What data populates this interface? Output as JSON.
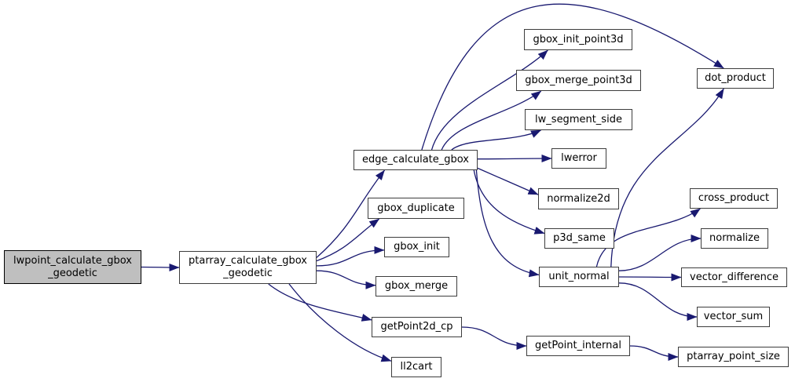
{
  "diagram": {
    "kind": "call-graph",
    "arrow_color": "#191970",
    "node_fill": "#ffffff",
    "node_border_color": "#3d3d3d",
    "highlight_fill": "#bfbfbf",
    "highlighted_node": "lwpoint_calculate_gbox_geodetic"
  },
  "nodes": {
    "lwpoint_calculate_gbox_geodetic": {
      "label": "lwpoint_calculate_gbox\n_geodetic",
      "highlighted": true
    },
    "ptarray_calculate_gbox_geodetic": {
      "label": "ptarray_calculate_gbox\n_geodetic"
    },
    "edge_calculate_gbox": {
      "label": "edge_calculate_gbox"
    },
    "gbox_duplicate": {
      "label": "gbox_duplicate"
    },
    "gbox_init": {
      "label": "gbox_init"
    },
    "gbox_merge": {
      "label": "gbox_merge"
    },
    "getPoint2d_cp": {
      "label": "getPoint2d_cp"
    },
    "ll2cart": {
      "label": "ll2cart"
    },
    "gbox_init_point3d": {
      "label": "gbox_init_point3d"
    },
    "gbox_merge_point3d": {
      "label": "gbox_merge_point3d"
    },
    "lw_segment_side": {
      "label": "lw_segment_side"
    },
    "lwerror": {
      "label": "lwerror"
    },
    "normalize2d": {
      "label": "normalize2d"
    },
    "p3d_same": {
      "label": "p3d_same"
    },
    "unit_normal": {
      "label": "unit_normal"
    },
    "dot_product": {
      "label": "dot_product"
    },
    "cross_product": {
      "label": "cross_product"
    },
    "normalize": {
      "label": "normalize"
    },
    "vector_difference": {
      "label": "vector_difference"
    },
    "vector_sum": {
      "label": "vector_sum"
    },
    "getPoint_internal": {
      "label": "getPoint_internal"
    },
    "ptarray_point_size": {
      "label": "ptarray_point_size"
    }
  },
  "edges": [
    {
      "from": "lwpoint_calculate_gbox_geodetic",
      "to": "ptarray_calculate_gbox_geodetic"
    },
    {
      "from": "ptarray_calculate_gbox_geodetic",
      "to": "edge_calculate_gbox",
      "fromPos": 0.2,
      "toSide": "bottom",
      "toPos": 0.25,
      "c1": [
        45,
        -40
      ],
      "c2": [
        -35,
        45
      ]
    },
    {
      "from": "ptarray_calculate_gbox_geodetic",
      "to": "gbox_duplicate",
      "fromPos": 0.3,
      "toSide": "bottom",
      "toPos": 0.12,
      "c1": [
        40,
        -15
      ],
      "c2": [
        -30,
        22
      ]
    },
    {
      "from": "ptarray_calculate_gbox_geodetic",
      "to": "gbox_init",
      "fromPos": 0.45,
      "toPos": 0.65
    },
    {
      "from": "ptarray_calculate_gbox_geodetic",
      "to": "gbox_merge",
      "fromPos": 0.6,
      "toPos": 0.45
    },
    {
      "from": "ptarray_calculate_gbox_geodetic",
      "to": "getPoint2d_cp",
      "fromSide": "bottom",
      "fromPos": 0.65,
      "toPos": 0.15,
      "c1": [
        35,
        28
      ],
      "c2": [
        -40,
        -10
      ]
    },
    {
      "from": "ptarray_calculate_gbox_geodetic",
      "to": "ll2cart",
      "fromSide": "bottom",
      "fromPos": 0.8,
      "toPos": 0.2,
      "c1": [
        35,
        45
      ],
      "c2": [
        -45,
        -14
      ]
    },
    {
      "from": "edge_calculate_gbox",
      "to": "dot_product",
      "fromSide": "top",
      "fromPos": 0.55,
      "toSide": "top",
      "toPos": 0.35,
      "c1": [
        70,
        -230
      ],
      "c2": [
        -190,
        -120
      ]
    },
    {
      "from": "edge_calculate_gbox",
      "to": "gbox_init_point3d",
      "fromSide": "top",
      "fromPos": 0.63,
      "toSide": "bottom",
      "toPos": 0.22,
      "c1": [
        15,
        -55
      ],
      "c2": [
        -45,
        42
      ]
    },
    {
      "from": "edge_calculate_gbox",
      "to": "gbox_merge_point3d",
      "fromSide": "top",
      "fromPos": 0.71,
      "toSide": "bottom",
      "toPos": 0.2,
      "c1": [
        15,
        -35
      ],
      "c2": [
        -40,
        30
      ]
    },
    {
      "from": "edge_calculate_gbox",
      "to": "lw_segment_side",
      "fromSide": "top",
      "fromPos": 0.79,
      "toSide": "bottom",
      "toPos": 0.15,
      "c1": [
        20,
        -16
      ],
      "c2": [
        -35,
        16
      ]
    },
    {
      "from": "edge_calculate_gbox",
      "to": "lwerror",
      "fromPos": 0.45,
      "toPos": 0.5
    },
    {
      "from": "edge_calculate_gbox",
      "to": "normalize2d",
      "fromPos": 0.9,
      "toPos": 0.3,
      "c1": [
        28,
        12
      ],
      "c2": [
        -28,
        -12
      ]
    },
    {
      "from": "edge_calculate_gbox",
      "to": "p3d_same",
      "fromSide": "bottom",
      "fromPos": 0.97,
      "toPos": 0.25,
      "c1": [
        8,
        42
      ],
      "c2": [
        -52,
        -16
      ]
    },
    {
      "from": "edge_calculate_gbox",
      "to": "unit_normal",
      "fromSide": "bottom",
      "fromPos": 0.99,
      "toPos": 0.4,
      "c1": [
        6,
        75
      ],
      "c2": [
        -58,
        -10
      ]
    },
    {
      "from": "unit_normal",
      "to": "dot_product",
      "fromSide": "top",
      "fromPos": 0.9,
      "toSide": "bottom",
      "toPos": 0.35,
      "c1": [
        5,
        -140
      ],
      "c2": [
        -45,
        75
      ]
    },
    {
      "from": "unit_normal",
      "to": "cross_product",
      "fromSide": "top",
      "fromPos": 0.72,
      "toSide": "bottom",
      "toPos": 0.12,
      "c1": [
        12,
        -55
      ],
      "c2": [
        -45,
        32
      ]
    },
    {
      "from": "unit_normal",
      "to": "normalize",
      "fromPos": 0.2,
      "toPos": 0.5
    },
    {
      "from": "unit_normal",
      "to": "vector_difference",
      "fromPos": 0.5,
      "toPos": 0.5
    },
    {
      "from": "unit_normal",
      "to": "vector_sum",
      "fromPos": 0.8,
      "toPos": 0.5
    },
    {
      "from": "getPoint2d_cp",
      "to": "getPoint_internal"
    },
    {
      "from": "getPoint_internal",
      "to": "ptarray_point_size"
    }
  ]
}
